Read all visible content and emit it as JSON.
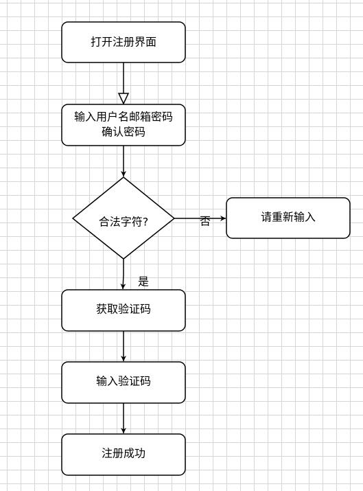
{
  "flowchart": {
    "nodes": {
      "open_register": "打开注册界面",
      "input_line1": "输入用户名邮箱密码",
      "input_line2": "确认密码",
      "decision": "合法字符?",
      "reenter": "请重新输入",
      "get_code": "获取验证码",
      "input_code": "输入验证码",
      "success": "注册成功"
    },
    "edges": {
      "yes_label": "是",
      "no_label": "否"
    }
  }
}
